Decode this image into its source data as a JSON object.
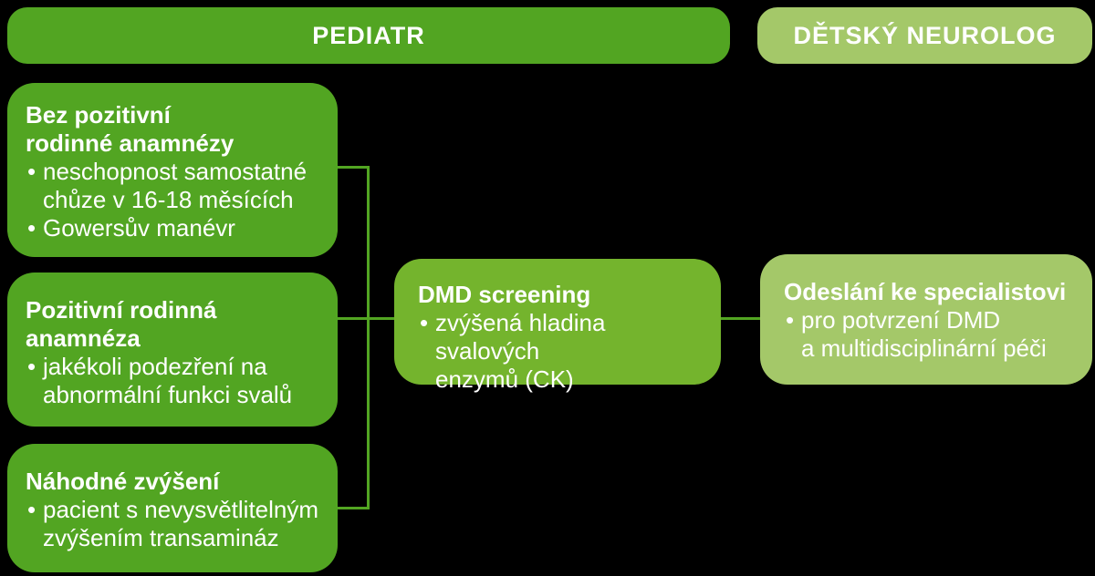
{
  "colors": {
    "primary_green": "#52a522",
    "secondary_green": "#74b42d",
    "tertiary_green": "#a4c869",
    "connector_green": "#52a522",
    "text_white": "#ffffff",
    "background_black": "#000000"
  },
  "bullet_char": "•",
  "headers": {
    "pediatr": "PEDIATR",
    "neurolog": "DĚTSKÝ NEUROLOG"
  },
  "boxes": {
    "no_history": {
      "title": "Bez pozitivní\nrodinné anamnézy",
      "bullets": [
        "neschopnost samostatné\nchůze v 16-18 měsících",
        "Gowersův manévr"
      ]
    },
    "positive_history": {
      "title": "Pozitivní rodinná\nanamnéza",
      "bullets": [
        "jakékoli podezření na\nabnormální funkci svalů"
      ]
    },
    "incidental_elevation": {
      "title": "Náhodné zvýšení",
      "bullets": [
        "pacient s nevysvětlitelným\nzvýšením transamináz"
      ]
    },
    "dmd_screening": {
      "title": "DMD screening",
      "bullets": [
        "zvýšená hladina svalových\nenzymů (CK)"
      ]
    },
    "referral": {
      "title": "Odeslání ke specialistovi",
      "bullets": [
        "pro potvrzení DMD\na multidisciplinární péči"
      ]
    }
  }
}
